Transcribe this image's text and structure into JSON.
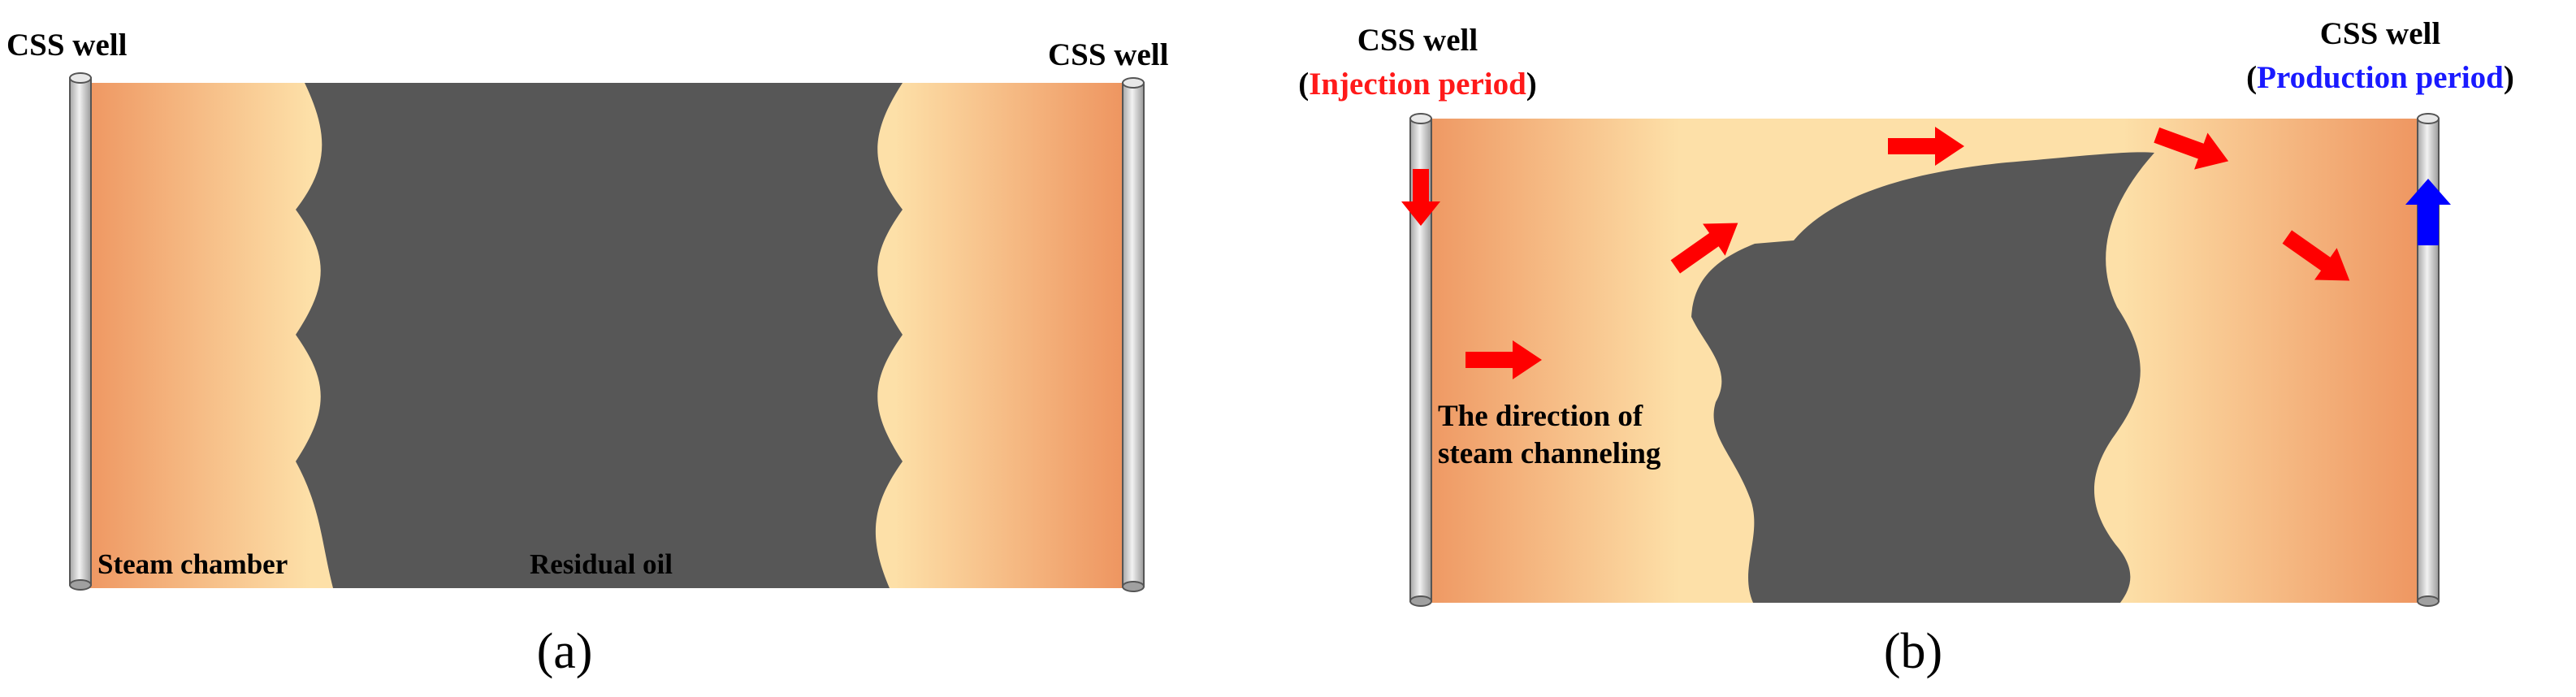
{
  "panel_a": {
    "left_well_label": "CSS well",
    "right_well_label": "CSS well",
    "steam_chamber_label": "Steam chamber",
    "residual_oil_label": "Residual oil",
    "caption": "(a)"
  },
  "panel_b": {
    "left_well_label": "CSS well",
    "left_well_period": "Injection period",
    "right_well_label": "CSS well",
    "right_well_period": "Production period",
    "channeling_label_line1": "The direction of",
    "channeling_label_line2": "steam channeling",
    "caption": "(b)"
  },
  "colors": {
    "steam_outer": "#ee9560",
    "steam_inner": "#fde0a8",
    "residual_oil": "#575757",
    "steam_label": "#ff1a1a",
    "injection_period": "#ff1a1a",
    "production_period": "#1a1aff",
    "arrow_red": "#ff0000",
    "arrow_blue": "#0000ff",
    "well_fill": "#d9d9d9"
  }
}
